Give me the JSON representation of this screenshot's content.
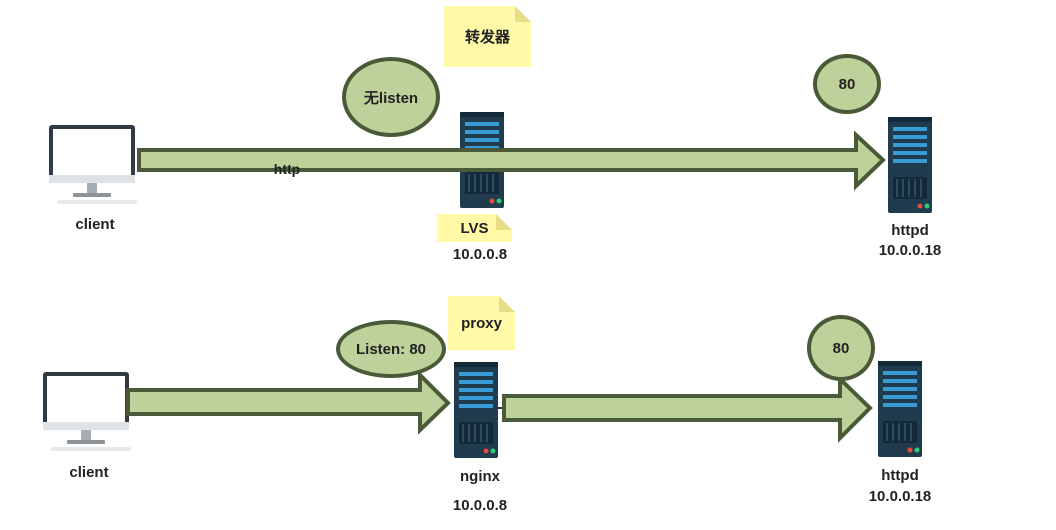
{
  "top": {
    "client_label": "client",
    "forwarder_note": "转发器",
    "bubble_no_listen": "无listen",
    "http_label": "http",
    "lvs_label": "LVS",
    "lvs_ip": "10.0.0.8",
    "port_bubble": "80",
    "httpd_label": "httpd",
    "httpd_ip": "10.0.0.18"
  },
  "bottom": {
    "client_label": "client",
    "proxy_note": "proxy",
    "bubble_listen": "Listen: 80",
    "nginx_label": "nginx",
    "nginx_ip": "10.0.0.8",
    "port_bubble": "80",
    "httpd_label": "httpd",
    "httpd_ip": "10.0.0.18"
  },
  "colors": {
    "arrow_fill": "#bfd19a",
    "arrow_stroke": "#4a5a38",
    "server_body": "#1f3b4d",
    "server_accent": "#3b9bd6",
    "note_fill": "#fff9a8"
  }
}
